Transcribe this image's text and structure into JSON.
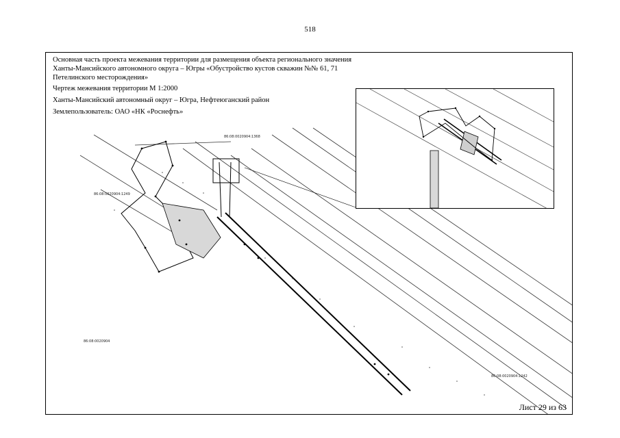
{
  "page_number": "518",
  "header": {
    "line1": "Основная часть проекта межевания территории для размещения объекта регионального значения",
    "line2": "Ханты-Мансийского автономного округа – Югры «Обустройство кустов скважин №№ 61, 71",
    "line3": "Петелинского месторождения»",
    "line4": "Чертеж межевания территории М 1:2000",
    "line5": "Ханты-Мансийский автономный округ – Югра, Нефтеюганский район",
    "line6": "Землепользователь: ОАО «НК «Роснефть»"
  },
  "sheet_label": "Лист 29 из 63",
  "map_labels": {
    "cad1": "86:08:0020904:1368",
    "cad2": "86:08:0020904:1249",
    "cad3": "86:08:0020904",
    "cad4": "86:08:0020904:1242"
  }
}
